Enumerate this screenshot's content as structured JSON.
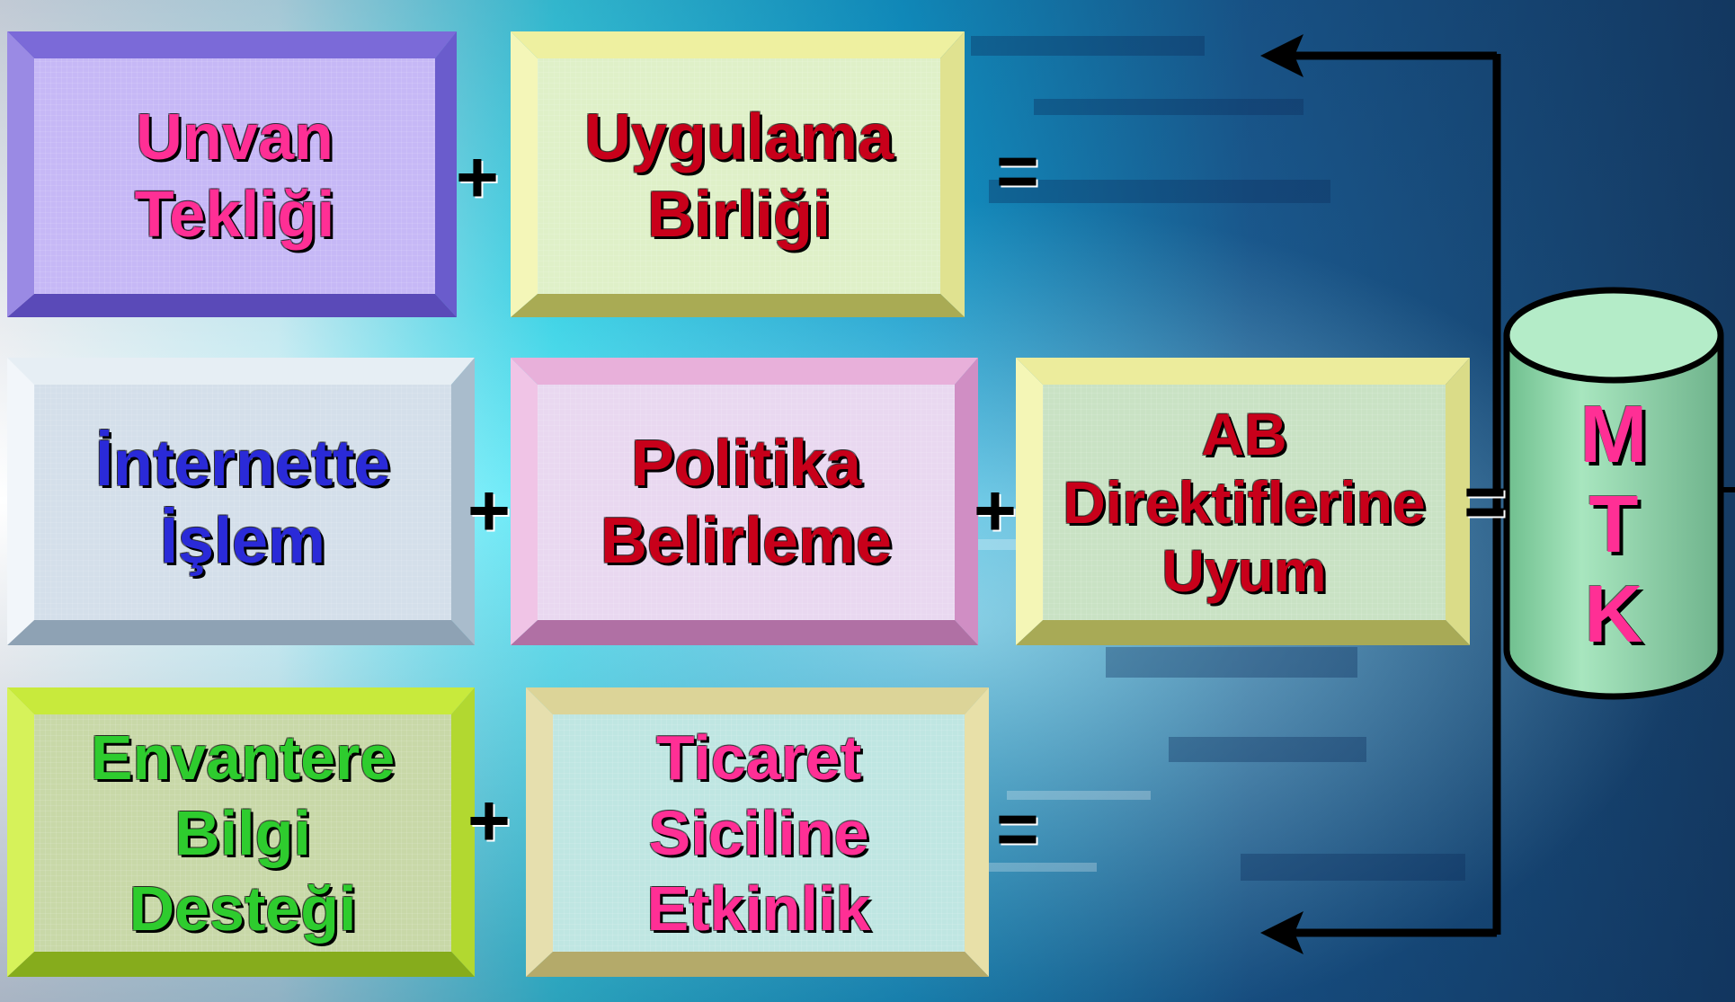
{
  "boxes": {
    "unvan": {
      "lines": [
        "Unvan",
        "Tekliği"
      ]
    },
    "uygulama": {
      "lines": [
        "Uygulama",
        "Birliği"
      ]
    },
    "internet": {
      "lines": [
        "İnternette",
        "İşlem"
      ]
    },
    "politika": {
      "lines": [
        "Politika",
        "Belirleme"
      ]
    },
    "ab": {
      "lines": [
        "AB",
        "Direktiflerine",
        "Uyum"
      ]
    },
    "envanter": {
      "lines": [
        "Envantere",
        "Bilgi",
        "Desteği"
      ]
    },
    "ticaret": {
      "lines": [
        "Ticaret",
        "Siciline",
        "Etkinlik"
      ]
    }
  },
  "operators": {
    "plus_row1": "+",
    "equals_row1": "=",
    "plus_row2_a": "+",
    "plus_row2_b": "+",
    "equals_row2": "=",
    "plus_row3": "+",
    "equals_row3": "="
  },
  "cylinder": {
    "letters": [
      "M",
      "T",
      "K"
    ]
  },
  "colors": {
    "pink": "#ff2f95",
    "red": "#c8001a",
    "blue": "#2a2ad8",
    "green": "#2ecc2e",
    "cylinder": "#8fd3a8"
  }
}
